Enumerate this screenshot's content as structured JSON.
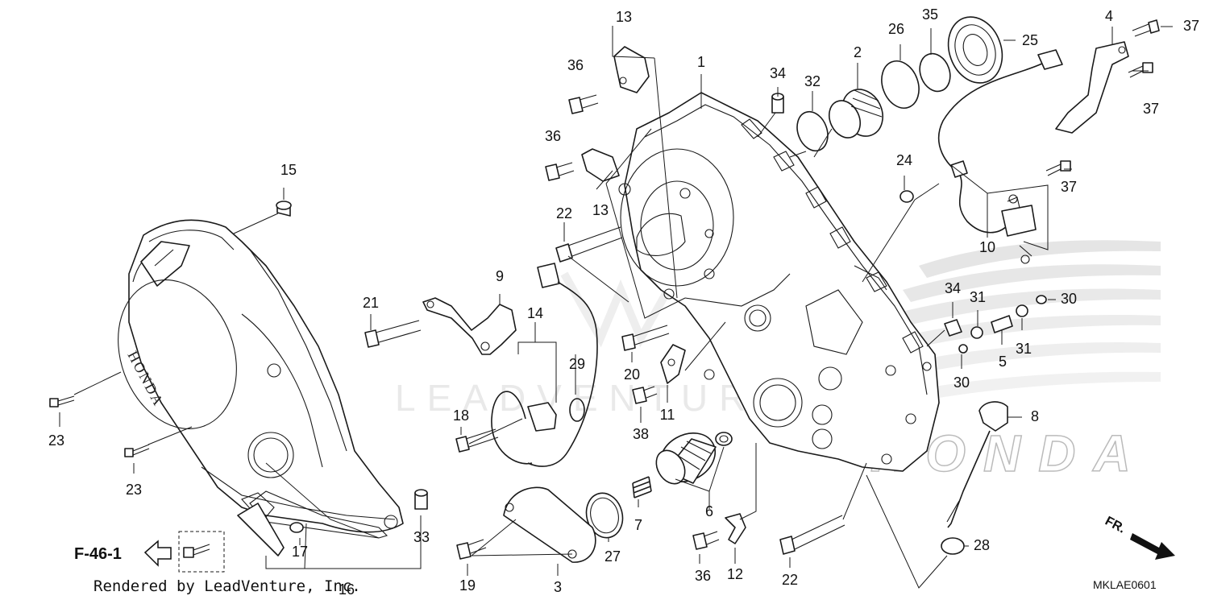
{
  "diagram": {
    "callouts": [
      {
        "id": "c1",
        "text": "1"
      },
      {
        "id": "c2",
        "text": "2"
      },
      {
        "id": "c3",
        "text": "3"
      },
      {
        "id": "c4",
        "text": "4"
      },
      {
        "id": "c5",
        "text": "5"
      },
      {
        "id": "c6",
        "text": "6"
      },
      {
        "id": "c7",
        "text": "7"
      },
      {
        "id": "c8",
        "text": "8"
      },
      {
        "id": "c9",
        "text": "9"
      },
      {
        "id": "c10",
        "text": "10"
      },
      {
        "id": "c11",
        "text": "11"
      },
      {
        "id": "c12",
        "text": "12"
      },
      {
        "id": "c13a",
        "text": "13"
      },
      {
        "id": "c13b",
        "text": "13"
      },
      {
        "id": "c14",
        "text": "14"
      },
      {
        "id": "c15",
        "text": "15"
      },
      {
        "id": "c16",
        "text": "16"
      },
      {
        "id": "c17",
        "text": "17"
      },
      {
        "id": "c18",
        "text": "18"
      },
      {
        "id": "c19",
        "text": "19"
      },
      {
        "id": "c20",
        "text": "20"
      },
      {
        "id": "c21",
        "text": "21"
      },
      {
        "id": "c22a",
        "text": "22"
      },
      {
        "id": "c22b",
        "text": "22"
      },
      {
        "id": "c23a",
        "text": "23"
      },
      {
        "id": "c23b",
        "text": "23"
      },
      {
        "id": "c24",
        "text": "24"
      },
      {
        "id": "c25",
        "text": "25"
      },
      {
        "id": "c26",
        "text": "26"
      },
      {
        "id": "c27",
        "text": "27"
      },
      {
        "id": "c28",
        "text": "28"
      },
      {
        "id": "c29",
        "text": "29"
      },
      {
        "id": "c30a",
        "text": "30"
      },
      {
        "id": "c30b",
        "text": "30"
      },
      {
        "id": "c31a",
        "text": "31"
      },
      {
        "id": "c31b",
        "text": "31"
      },
      {
        "id": "c32",
        "text": "32"
      },
      {
        "id": "c33",
        "text": "33"
      },
      {
        "id": "c34a",
        "text": "34"
      },
      {
        "id": "c34b",
        "text": "34"
      },
      {
        "id": "c35",
        "text": "35"
      },
      {
        "id": "c36a",
        "text": "36"
      },
      {
        "id": "c36b",
        "text": "36"
      },
      {
        "id": "c36c",
        "text": "36"
      },
      {
        "id": "c37a",
        "text": "37"
      },
      {
        "id": "c37b",
        "text": "37"
      },
      {
        "id": "c37c",
        "text": "37"
      },
      {
        "id": "c38",
        "text": "38"
      }
    ],
    "reference_label": "F-46-1",
    "diagram_code": "MKLAE0601",
    "credit": "Rendered by LeadVenture, Inc.",
    "direction_label": "FR.",
    "cover_casting_text": "HONDA",
    "watermark_text": "LEADVENTURE",
    "background_logo_text": "HONDA"
  }
}
